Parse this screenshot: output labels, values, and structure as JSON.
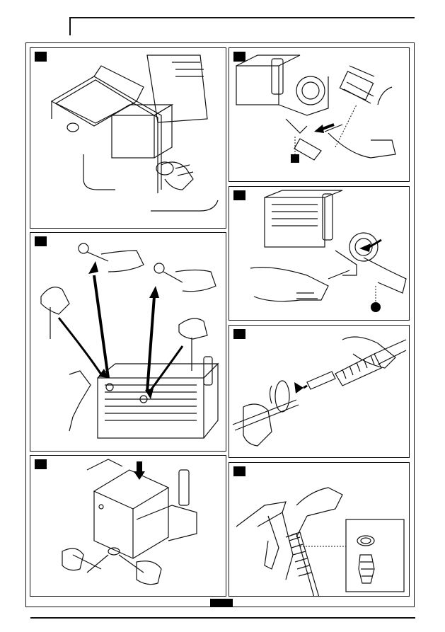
{
  "page": {
    "header_title": "",
    "page_number": "",
    "footer_text": ""
  },
  "panels": [
    {
      "id": "A",
      "step_label": ""
    },
    {
      "id": "B",
      "step_label": ""
    },
    {
      "id": "C",
      "step_label": ""
    },
    {
      "id": "D",
      "step_label": ""
    },
    {
      "id": "E",
      "step_label": ""
    },
    {
      "id": "F",
      "step_label": ""
    },
    {
      "id": "G",
      "step_label": ""
    }
  ],
  "colors": {
    "ink": "#111111",
    "paper": "#ffffff",
    "tab": "#000000"
  }
}
